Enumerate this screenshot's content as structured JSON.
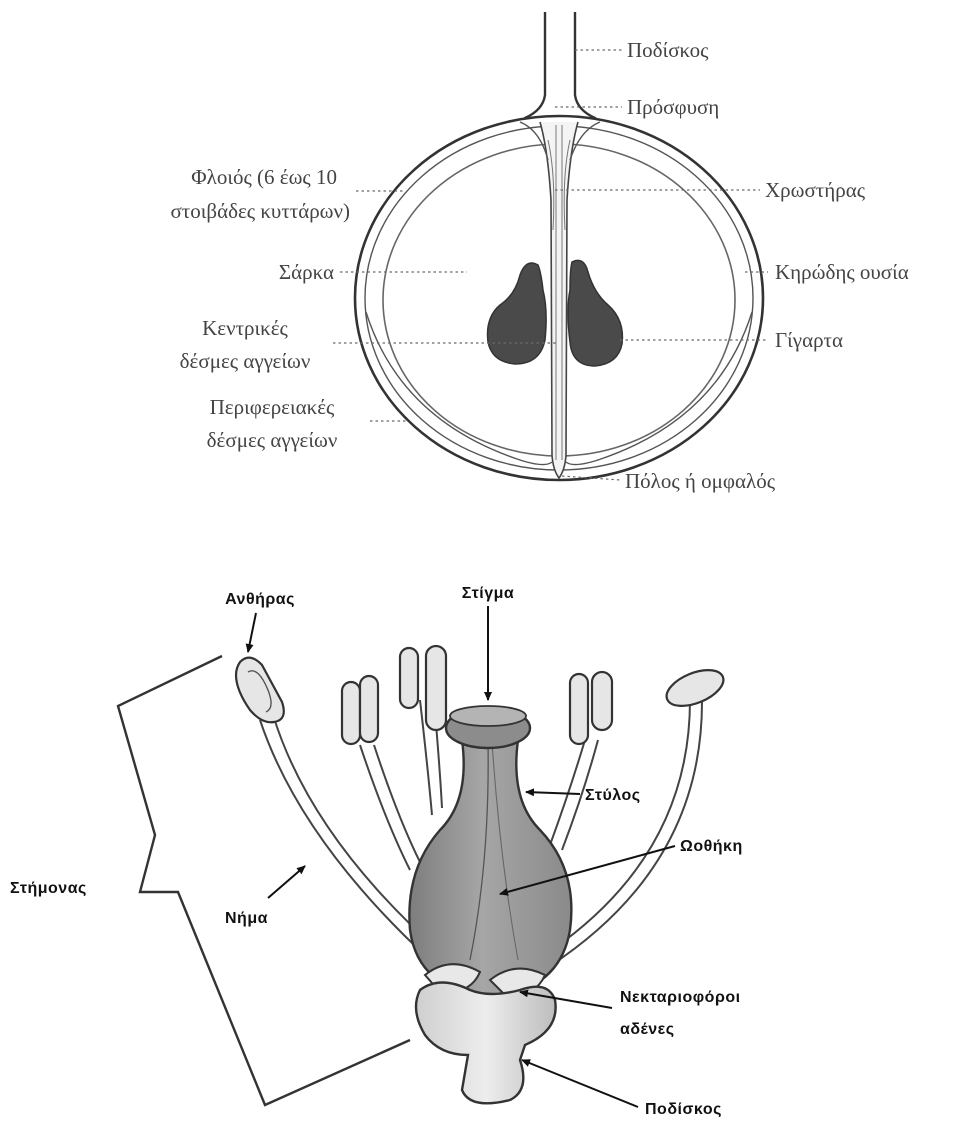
{
  "fruit_section": {
    "labels": {
      "podiskos": "Ποδίσκος",
      "prosfysi": "Πρόσφυση",
      "floios_line1": "Φλοιός (6 έως 10",
      "floios_line2": "στοιβάδες κυττάρων)",
      "xrostiras": "Χρωστήρας",
      "sarka": "Σάρκα",
      "kirodis": "Κηρώδης ουσία",
      "kentrikes_line1": "Κεντρικές",
      "kentrikes_line2": "δέσμες αγγείων",
      "gigarta": "Γίγαρτα",
      "perifereiakes_line1": "Περιφερειακές",
      "perifereiakes_line2": "δέσμες αγγείων",
      "polos": "Πόλος ή ομφαλός"
    }
  },
  "flower": {
    "labels": {
      "anthiras": "Ανθήρας",
      "stigma": "Στίγμα",
      "stylos": "Στύλος",
      "oothiki": "Ωοθήκη",
      "stimonas": "Στήμονας",
      "nima": "Νήμα",
      "nektario_line1": "Νεκταριοφόροι",
      "nektario_line2": "αδένες",
      "podiskos": "Ποδίσκος"
    }
  },
  "colors": {
    "outline": "#333333",
    "seed": "#4a4a4a",
    "ovary": "#9a9a9a",
    "label_serif": "#444444",
    "label_sans": "#111111"
  }
}
